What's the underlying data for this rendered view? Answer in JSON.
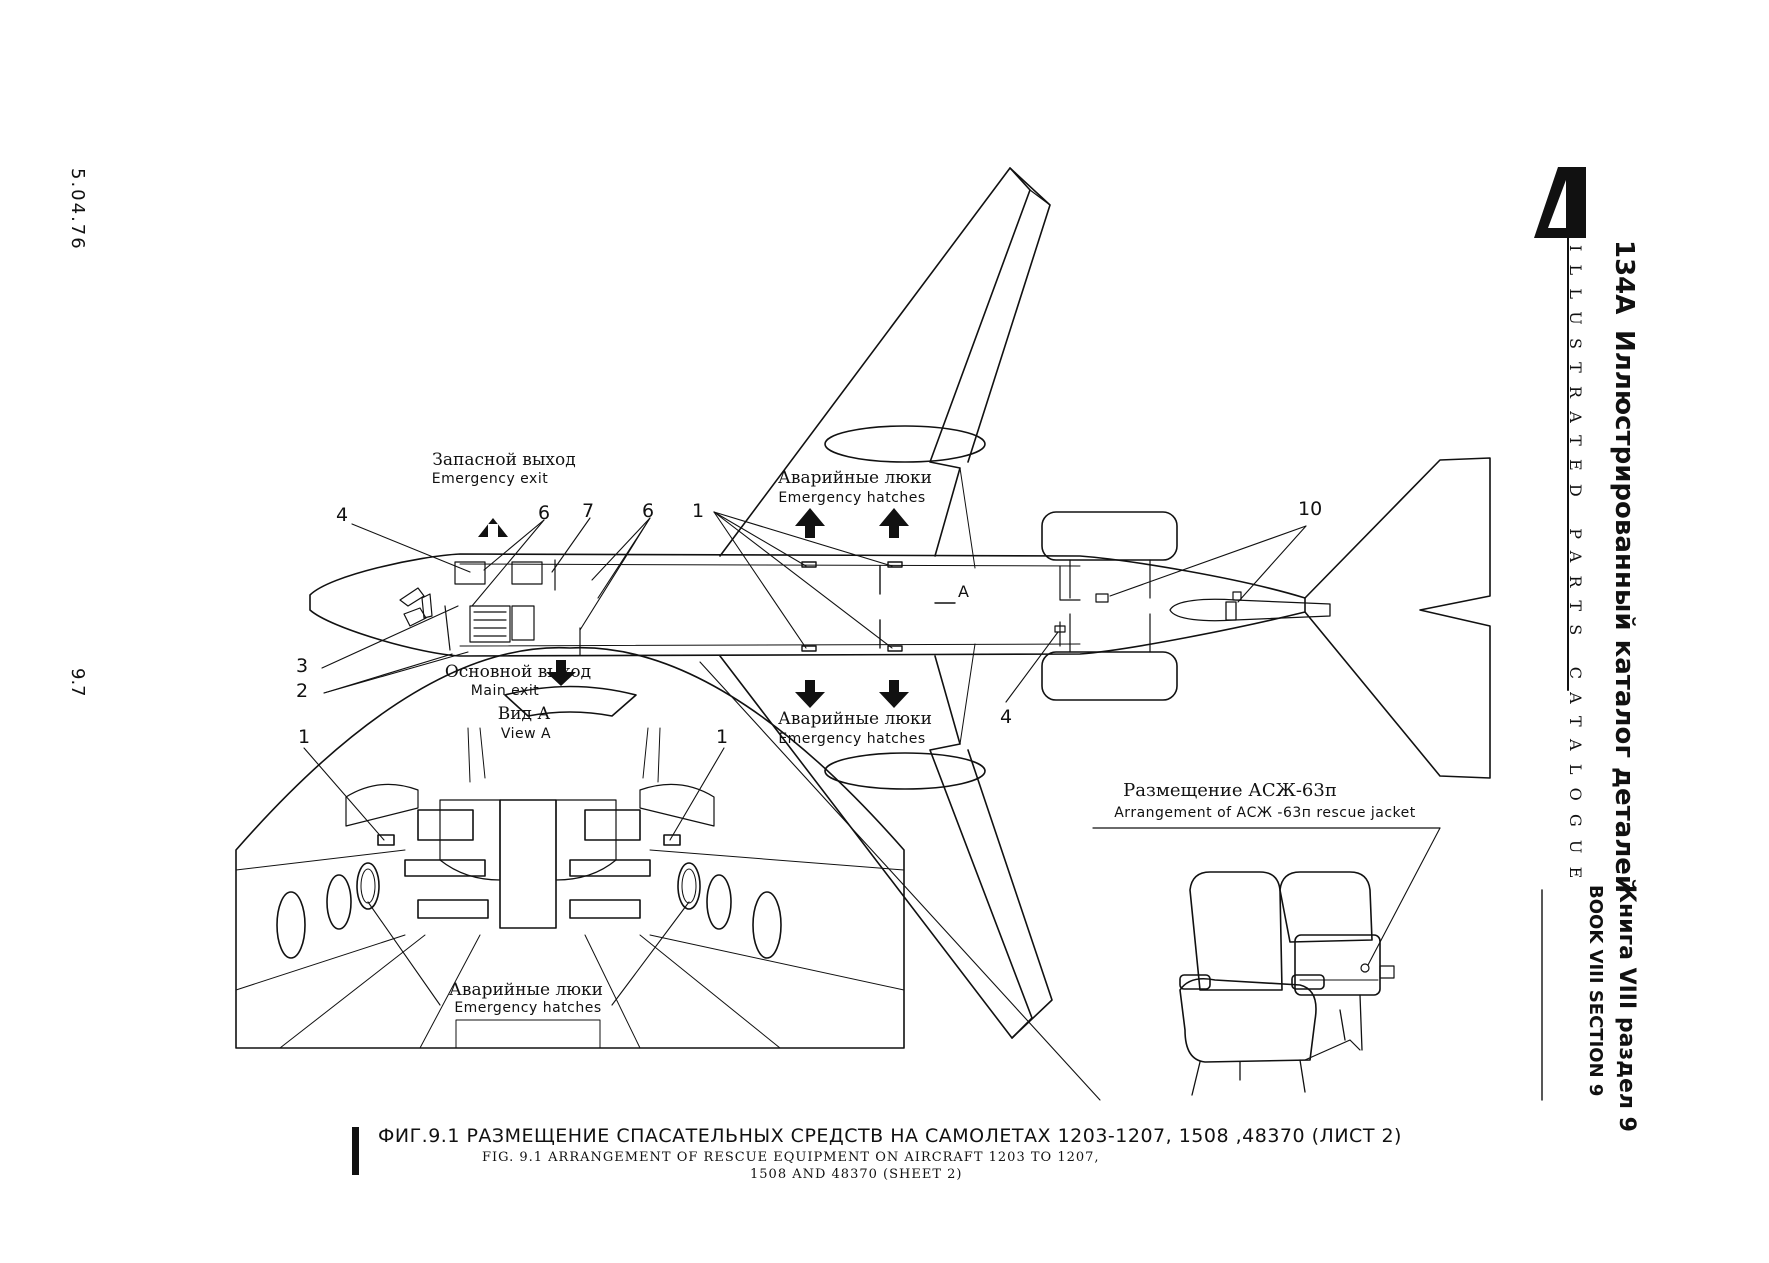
{
  "margin": {
    "date_code": "5.04.76",
    "page_number": "9.7"
  },
  "header": {
    "model": "134A",
    "title_ru": "Иллюстрированный каталог деталей",
    "title_en": "ILLUSTRATED PARTS CATALOGUE",
    "book_ru": "Книга VIII раздел 9",
    "book_en": "BOOK VIII SECTION 9"
  },
  "plan_view": {
    "spare_exit_ru": "Запасной выход",
    "spare_exit_en": "Emergency exit",
    "hatches_top_ru": "Аварийные люки",
    "hatches_top_en": "Emergency hatches",
    "main_exit_ru": "Основной выход",
    "main_exit_en": "Main exit",
    "hatches_bottom_ru": "Аварийные люки",
    "hatches_bottom_en": "Emergency hatches",
    "view_marker": "A",
    "callouts": {
      "c1": "1",
      "c2": "2",
      "c3": "3",
      "c4a": "4",
      "c4b": "4",
      "c6a": "6",
      "c6b": "6",
      "c7": "7",
      "c10": "10"
    }
  },
  "view_a": {
    "title_ru": "Вид А",
    "title_en": "View A",
    "hatches_ru": "Аварийные люки",
    "hatches_en": "Emergency hatches",
    "callout_left": "1",
    "callout_right": "1"
  },
  "seat_view": {
    "title_ru": "Размещение АСЖ-63п",
    "title_en": "Arrangement of АСЖ -63п rescue jacket"
  },
  "caption": {
    "ru": "ФИГ.9.1 РАЗМЕЩЕНИЕ СПАСАТЕЛЬНЫХ СРЕДСТВ НА САМОЛЕТАХ 1203-1207, 1508 ,48370 (ЛИСТ 2)",
    "en_line1": "FIG. 9.1 ARRANGEMENT OF RESCUE EQUIPMENT ON AIRCRAFT 1203 TO 1207,",
    "en_line2": "1508 AND 48370 (SHEET 2)"
  }
}
